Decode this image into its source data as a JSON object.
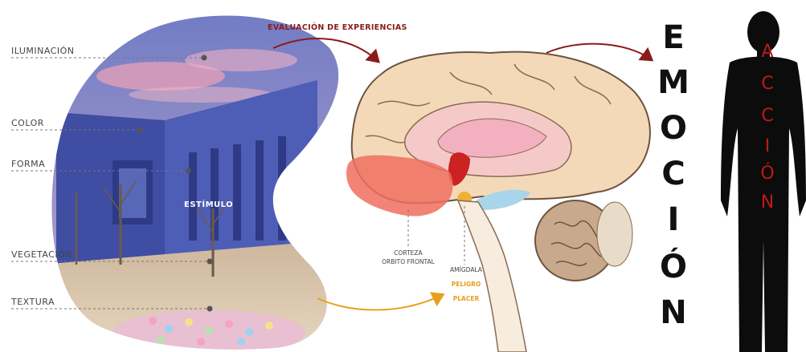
{
  "stimulus_labels": [
    {
      "text": "ILUMINACIÓN"
    },
    {
      "text": "COLOR"
    },
    {
      "text": "FORMA"
    },
    {
      "text": "VEGETACIÓN"
    },
    {
      "text": "TEXTURA"
    }
  ],
  "stimulus_text": "ESTÍMULO",
  "evaluation_text": "EVALUACIÓN DE EXPERIENCIAS",
  "brain_labels": {
    "cortex_line1": "CORTEZA",
    "cortex_line2": "ORBITO FRONTAL",
    "amygdala": "AMÍGDALA",
    "danger": "PELIGRO",
    "pleasure": "PLACER"
  },
  "emotion_letters": [
    "E",
    "M",
    "O",
    "C",
    "I",
    "Ó",
    "N"
  ],
  "action_letters": [
    "A",
    "C",
    "C",
    "I",
    "Ó",
    "N"
  ],
  "colors": {
    "arrow_red": "#8b1a1a",
    "arrow_orange": "#e8a01c",
    "action_red": "#c01818",
    "wall_blue": "#4452a8"
  }
}
